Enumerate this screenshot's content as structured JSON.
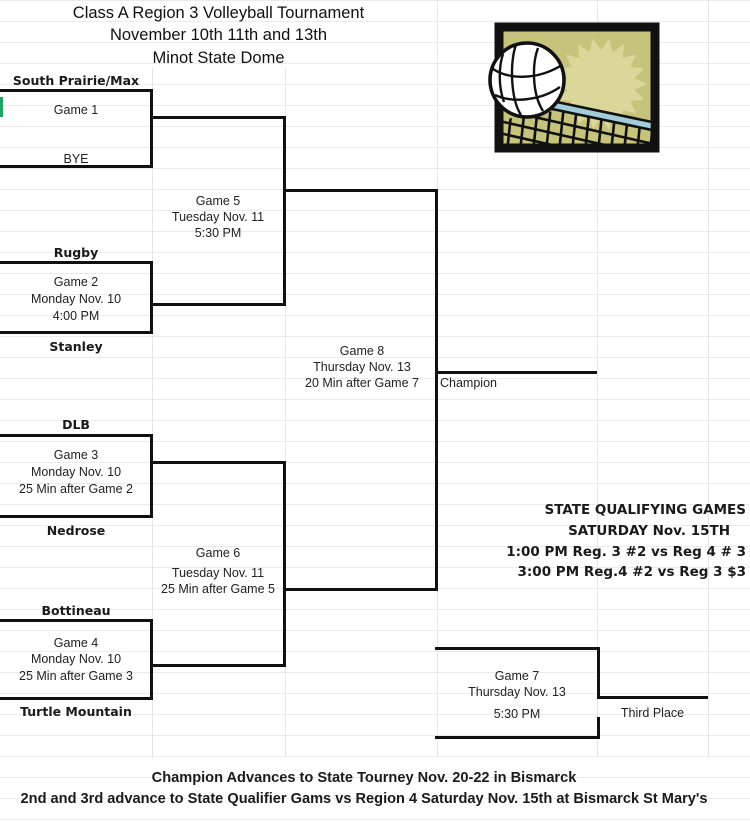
{
  "header": {
    "line1": "Class A Region 3 Volleyball Tournament",
    "line2": "November 10th 11th and 13th",
    "line3": "Minot State Dome"
  },
  "bracket": {
    "round1": [
      {
        "label": "Game 1",
        "top": "South Prairie/Max",
        "bottom": "BYE"
      },
      {
        "label": "Game 2",
        "when": "Monday Nov. 10",
        "time": "4:00 PM",
        "top": "Rugby",
        "bottom": "Stanley"
      },
      {
        "label": "Game 3",
        "when": "Monday Nov. 10",
        "time": "25 Min after Game 2",
        "top": "DLB",
        "bottom": "Nedrose"
      },
      {
        "label": "Game 4",
        "when": "Monday Nov. 10",
        "time": "25 Min after Game 3",
        "top": "Bottineau",
        "bottom": "Turtle Mountain"
      }
    ],
    "semifinals": [
      {
        "label": "Game 5",
        "when": "Tuesday Nov. 11",
        "time": "5:30 PM"
      },
      {
        "label": "Game 6",
        "when": "Tuesday Nov. 11",
        "time": "25 Min after Game 5"
      }
    ],
    "final": {
      "label": "Game 8",
      "when": "Thursday Nov. 13",
      "time": "20 Min after Game 7",
      "result_label": "Champion"
    },
    "consolation": {
      "label": "Game 7",
      "when": "Thursday Nov. 13",
      "time": "5:30 PM",
      "result_label": "Third Place"
    }
  },
  "state_qualifying": {
    "line1": "STATE QUALIFYING GAMES",
    "line2": "SATURDAY Nov. 15TH",
    "line3": "1:00 PM Reg. 3 #2 vs Reg 4 # 3",
    "line4": "3:00 PM Reg.4 #2 vs Reg 3 $3"
  },
  "footer": {
    "line1": "Champion Advances to State Tourney Nov. 20-22 in Bismarck",
    "line2": "2nd and 3rd advance to State Qualifier Gams vs Region 4 Saturday Nov. 15th  at Bismarck St Mary's"
  },
  "clipart": {
    "name": "volleyball-net-clipart",
    "colors": {
      "background": "#c6c37c",
      "sunburst": "#dbd79a",
      "net_band": "#a3ccd9",
      "ball": "#ffffff",
      "outline": "#111111"
    }
  },
  "selection": {
    "color": "#1ea362"
  }
}
